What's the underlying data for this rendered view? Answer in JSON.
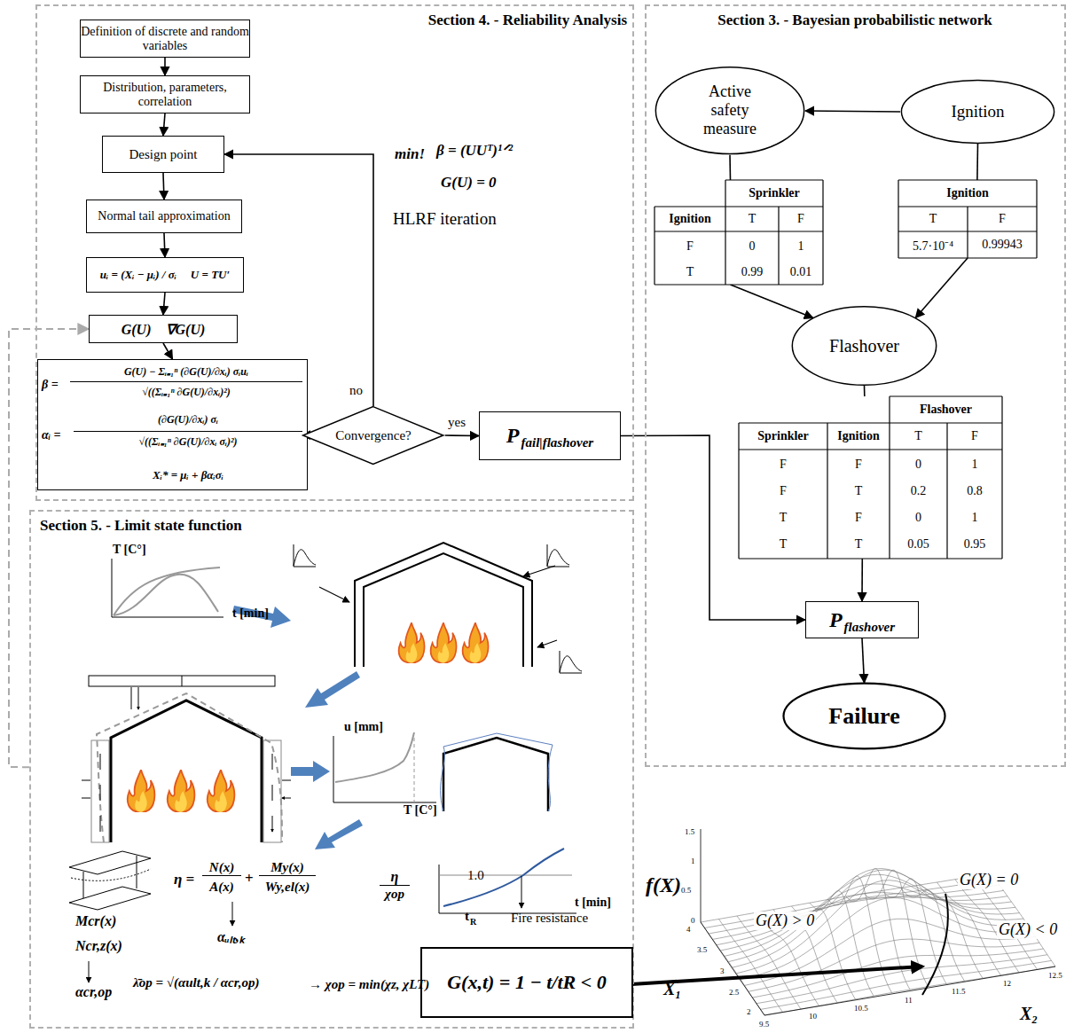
{
  "diagram": {
    "nodes": [
      {
        "text": [
          "Section 4. - Reliability Analysis"
        ]
      },
      {
        "text": [
          "Definition of discrete and random variables"
        ],
        "in": 0
      },
      {
        "text": [
          "Distribution, parameters, correlation"
        ],
        "in": 0
      },
      {
        "text": [
          "Design point"
        ],
        "in": 0
      },
      {
        "text": [
          "Normal tail approximation"
        ],
        "in": 0
      },
      {
        "text": [
          "uᵢ = (Xᵢ − μᵢ) / σᵢ",
          "U = TU′"
        ],
        "in": 0
      },
      {
        "text": [
          "G(U)",
          "∇G(U)"
        ],
        "in": 0
      },
      {
        "text": [
          "β =",
          "G(U) − Σᵢ₌₁ⁿ (∂G(U)/∂xᵢ) σᵢuᵢ",
          "√((Σᵢ₌₁ⁿ ∂G(U)/∂xᵢ)²)",
          "αᵢ =",
          "(∂G(U)/∂xᵢ) σᵢ",
          "√((Σᵢ₌₁ⁿ ∂G(U)/∂xᵢ σᵢ)²)",
          "Xᵢ* = μᵢ + βαᵢσᵢ"
        ],
        "in": 0
      },
      {
        "text": [
          "Convergence?"
        ],
        "in": 0
      },
      {
        "text": [
          "P",
          "fail|flashover"
        ],
        "in": 0
      },
      {
        "text": [
          "Section 3. - Bayesian probabilistic network"
        ]
      },
      {
        "text": [
          "Active safety measure"
        ],
        "in": 10
      },
      {
        "text": [
          "Ignition"
        ],
        "in": 10
      },
      {
        "text": [
          "Sprinkler",
          "Ignition",
          "T",
          "F",
          "F",
          "0",
          "1",
          "T",
          "0.99",
          "0.01"
        ],
        "in": 10
      },
      {
        "text": [
          "Ignition",
          "T",
          "F",
          "5.7·10⁻⁴",
          "0.99943"
        ],
        "in": 10
      },
      {
        "text": [
          "Flashover"
        ],
        "in": 10
      },
      {
        "text": [
          "Flashover",
          "Sprinkler",
          "Ignition",
          "T",
          "F",
          "F",
          "F",
          "0",
          "1",
          "F",
          "T",
          "0.2",
          "0.8",
          "T",
          "F",
          "0",
          "1",
          "T",
          "T",
          "0.05",
          "0.95"
        ],
        "in": 10
      },
      {
        "text": [
          "P",
          "flashover"
        ],
        "in": 10
      },
      {
        "text": [
          "Failure"
        ],
        "in": 10
      },
      {
        "text": [
          "Section 5. - Limit state function"
        ]
      },
      {
        "text": [
          "G(x,t) = 1 − t/tR < 0"
        ],
        "in": 19
      }
    ],
    "edges": [
      {
        "from": 1,
        "to": 2,
        "arrow": "to"
      },
      {
        "from": 2,
        "to": 3,
        "arrow": "to"
      },
      {
        "from": 3,
        "to": 4,
        "arrow": "to"
      },
      {
        "from": 4,
        "to": 5,
        "arrow": "to"
      },
      {
        "from": 5,
        "to": 6,
        "arrow": "to"
      },
      {
        "from": 6,
        "to": 7,
        "arrow": "to"
      },
      {
        "from": 7,
        "to": 8,
        "arrow": "to"
      },
      {
        "from": 8,
        "to": 3,
        "label": "no",
        "arrow": "to"
      },
      {
        "from": 8,
        "to": 9,
        "label": "yes",
        "arrow": "to"
      },
      {
        "from": 12,
        "to": 11,
        "arrow": "to"
      },
      {
        "from": 11,
        "to": 13,
        "arrow": "none"
      },
      {
        "from": 12,
        "to": 14,
        "arrow": "none"
      },
      {
        "from": 13,
        "to": 15,
        "arrow": "to"
      },
      {
        "from": 14,
        "to": 15,
        "arrow": "to"
      },
      {
        "from": 15,
        "to": 16,
        "arrow": "none"
      },
      {
        "from": 16,
        "to": 17,
        "arrow": "to"
      },
      {
        "from": 9,
        "to": 17,
        "arrow": "to"
      },
      {
        "from": 17,
        "to": 18,
        "arrow": "to"
      },
      {
        "from": 19,
        "to": 6,
        "arrow": "to"
      }
    ],
    "labels": [
      "min!",
      "β = (UUᵀ)¹ᐟ²",
      "G(U) = 0",
      "HLRF iteration",
      "T [C°]",
      "t [min]",
      "u [mm]",
      "T [C°]",
      "η =",
      "N(x)",
      "A(x)",
      "+",
      "My(x)",
      "Wy,el(x)",
      "αᵤₗₜ,ₖ",
      "Mcr(x)",
      "Ncr,z(x)",
      "αcr,op",
      "λ̄op = √(αult,k / αcr,op)",
      "→ χop = min(χz, χLT)",
      "η",
      "χop",
      "1.0",
      "t [min]",
      "t",
      "R",
      "Fire resistance",
      "f(X)",
      "G(X) > 0",
      "G(X) = 0",
      "G(X) < 0",
      "X₁",
      "X₂",
      "1.5",
      "1",
      "0.5",
      "0",
      "4",
      "3.5",
      "3",
      "2.5",
      "2",
      "9.5",
      "10",
      "10.5",
      "11",
      "11.5",
      "12",
      "12.5"
    ]
  }
}
